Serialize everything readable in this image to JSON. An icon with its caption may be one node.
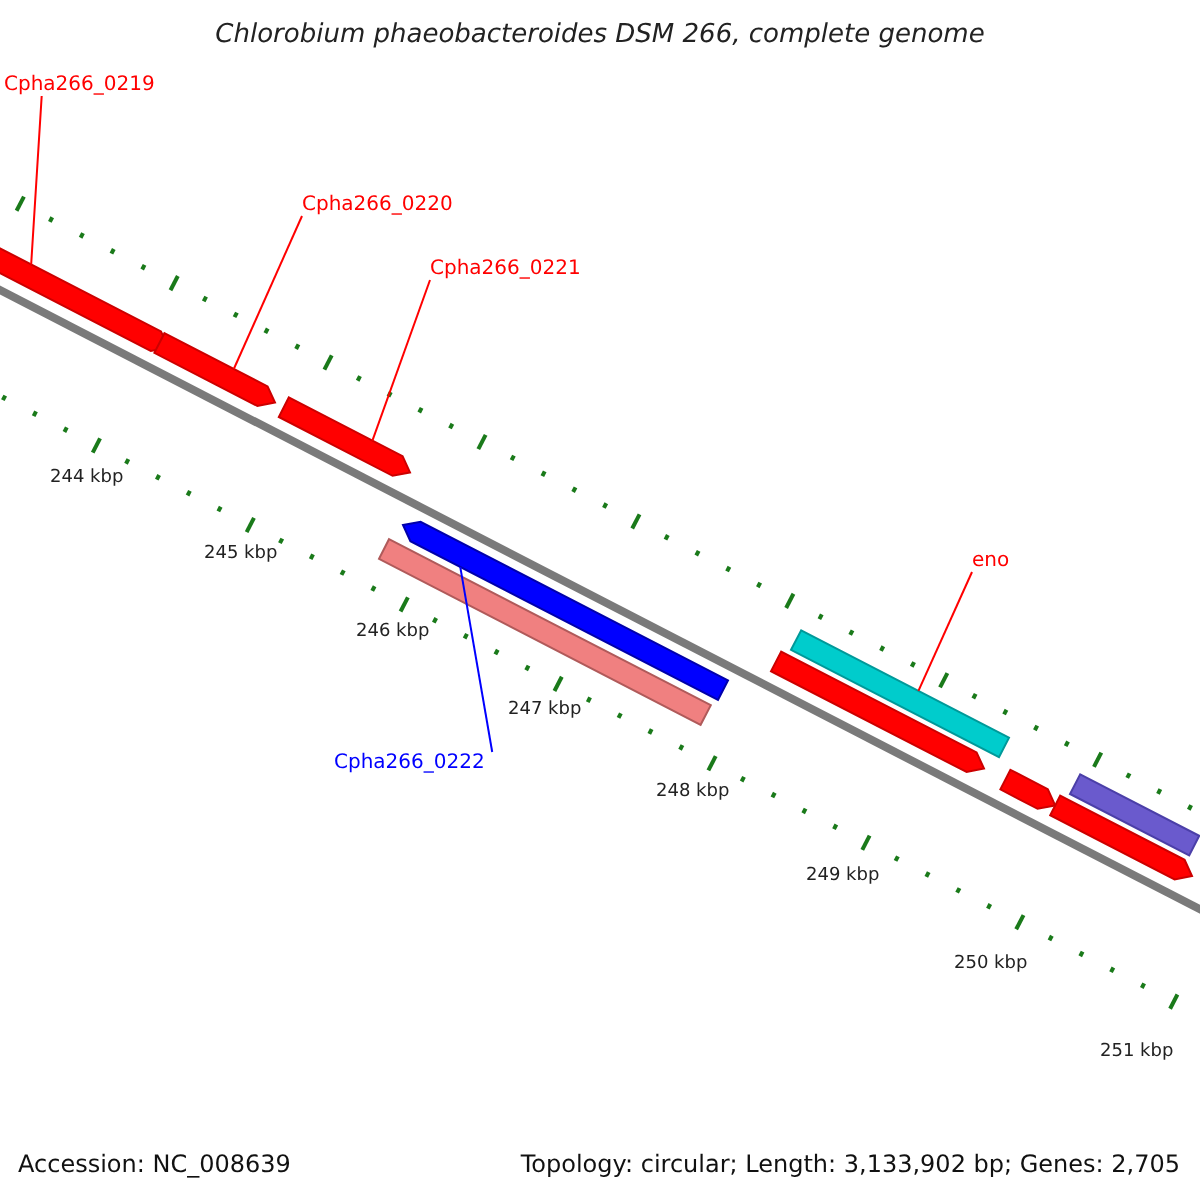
{
  "diagram": {
    "title": "Chlorobium phaeobacteroides DSM 266, complete genome",
    "nodes": [
      {
        "text": [
          "Cpha266_0219"
        ]
      },
      {
        "text": [],
        "shape": "bar"
      },
      {
        "text": [
          "Cpha266_0220"
        ]
      },
      {
        "text": [],
        "shape": "bar"
      },
      {
        "text": [
          "Cpha266_0221"
        ]
      },
      {
        "text": [],
        "shape": "bar"
      },
      {
        "text": [],
        "shape": "bar"
      },
      {
        "text": [
          "Cpha266_0222"
        ]
      },
      {
        "text": [],
        "shape": "bar"
      },
      {
        "text": [
          "eno"
        ]
      },
      {
        "text": [],
        "shape": "bar"
      },
      {
        "text": [],
        "shape": "bar"
      },
      {
        "text": [],
        "shape": "bar"
      },
      {
        "text": [],
        "shape": "bar"
      },
      {
        "text": [],
        "shape": "bar"
      }
    ],
    "edges": [
      {
        "from": 0,
        "to": 1,
        "arrow": "none"
      },
      {
        "from": 2,
        "to": 3,
        "arrow": "none"
      },
      {
        "from": 4,
        "to": 5,
        "arrow": "none"
      },
      {
        "from": 7,
        "to": 8,
        "arrow": "none",
        "color": "#0000ff"
      },
      {
        "from": 9,
        "to": 10,
        "arrow": "none"
      }
    ],
    "labels": [
      "244 kbp",
      "245 kbp",
      "246 kbp",
      "247 kbp",
      "248 kbp",
      "249 kbp",
      "250 kbp",
      "251 kbp",
      "Accession: NC_008639",
      "Topology: circular; Length: 3,133,902 bp; Genes: 2,705"
    ]
  }
}
